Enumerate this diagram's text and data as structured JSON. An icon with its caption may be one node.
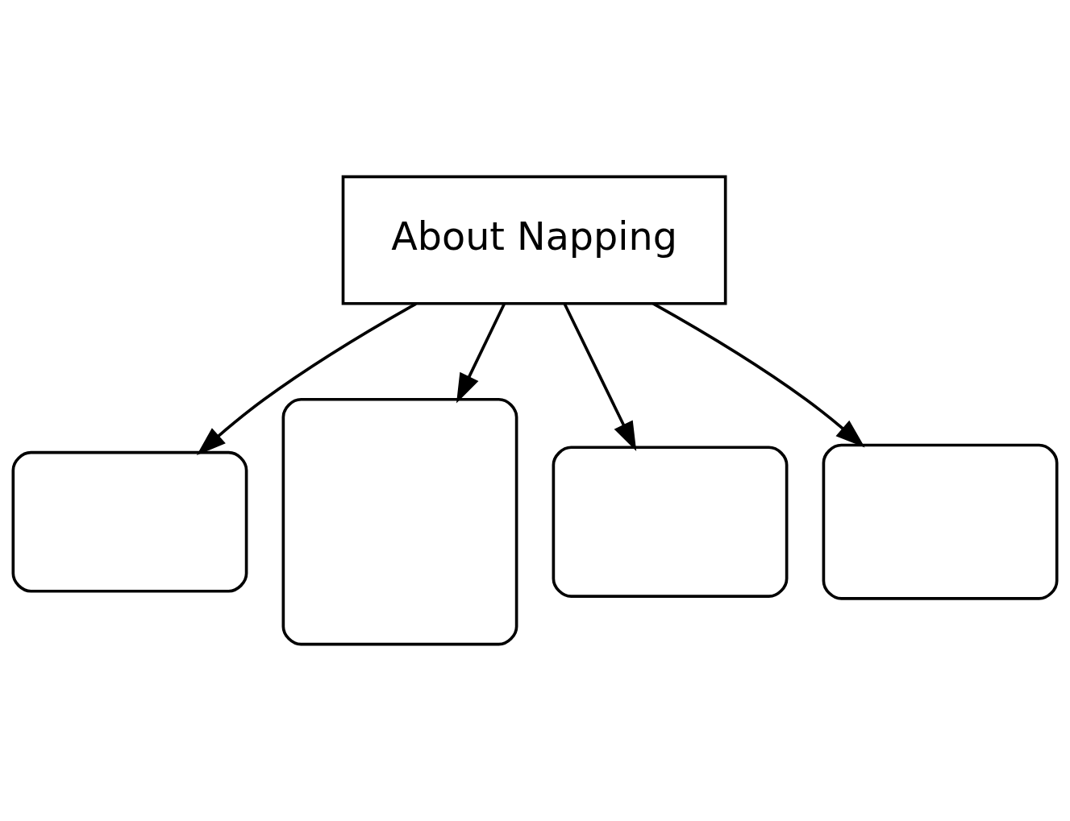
{
  "diagram": {
    "nodes": [
      {
        "text": [
          "About Napping"
        ]
      },
      {
        "text": [],
        "shape": "box"
      },
      {
        "text": [],
        "shape": "box"
      },
      {
        "text": [],
        "shape": "box"
      },
      {
        "text": [],
        "shape": "box"
      }
    ],
    "edges": [
      {
        "from": 0,
        "to": 1,
        "arrow": "to"
      },
      {
        "from": 0,
        "to": 2,
        "arrow": "to"
      },
      {
        "from": 0,
        "to": 3,
        "arrow": "to"
      },
      {
        "from": 0,
        "to": 4,
        "arrow": "to"
      }
    ]
  }
}
